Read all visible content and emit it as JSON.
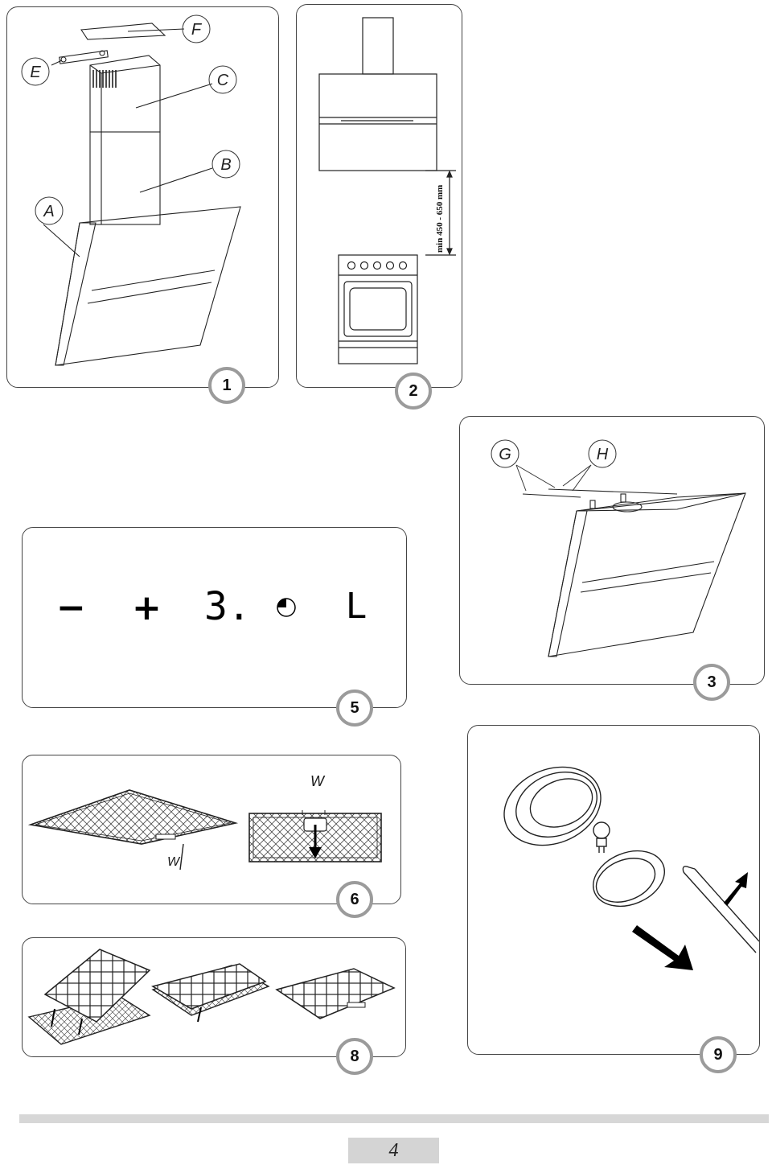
{
  "figures": {
    "fig1": {
      "number": "1",
      "labels": [
        "F",
        "E",
        "C",
        "B",
        "A"
      ]
    },
    "fig2": {
      "number": "2",
      "dimension": "min 450 - 650 mm"
    },
    "fig3": {
      "number": "3",
      "labels": [
        "G",
        "H"
      ]
    },
    "fig5": {
      "number": "5",
      "controls": [
        "−",
        "+",
        "3.",
        "L"
      ],
      "icons": [
        "timer-icon"
      ]
    },
    "fig6": {
      "number": "6",
      "labels": [
        "W",
        "W"
      ]
    },
    "fig8": {
      "number": "8"
    },
    "fig9": {
      "number": "9"
    }
  },
  "footer": {
    "page_number": "4"
  }
}
